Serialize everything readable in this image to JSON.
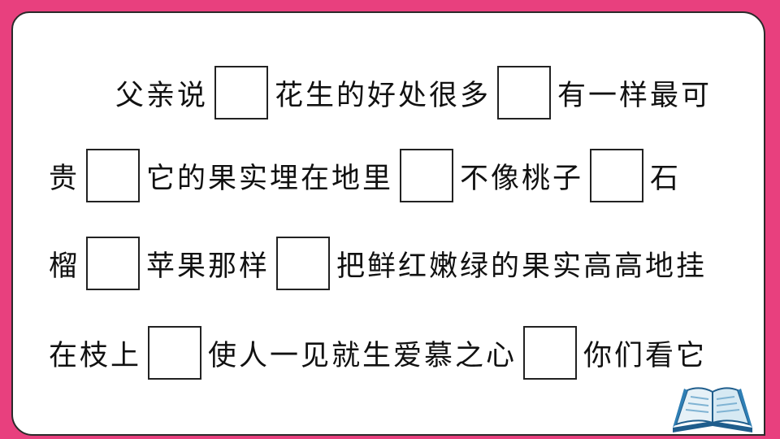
{
  "lines": [
    [
      "父亲说",
      "花生的好处很多",
      "有一样最可"
    ],
    [
      "贵",
      "它的果实埋在地里",
      "不像桃子",
      "石"
    ],
    [
      "榴",
      "苹果那样",
      "把鲜红嫩绿的果实高高地挂"
    ],
    [
      "在枝上",
      "使人一见就生爱慕之心",
      "你们看它"
    ]
  ],
  "colors": {
    "frame": "#e8407e",
    "card": "#ffffff",
    "text": "#111111"
  },
  "icons": {
    "corner": "open-book-icon"
  }
}
